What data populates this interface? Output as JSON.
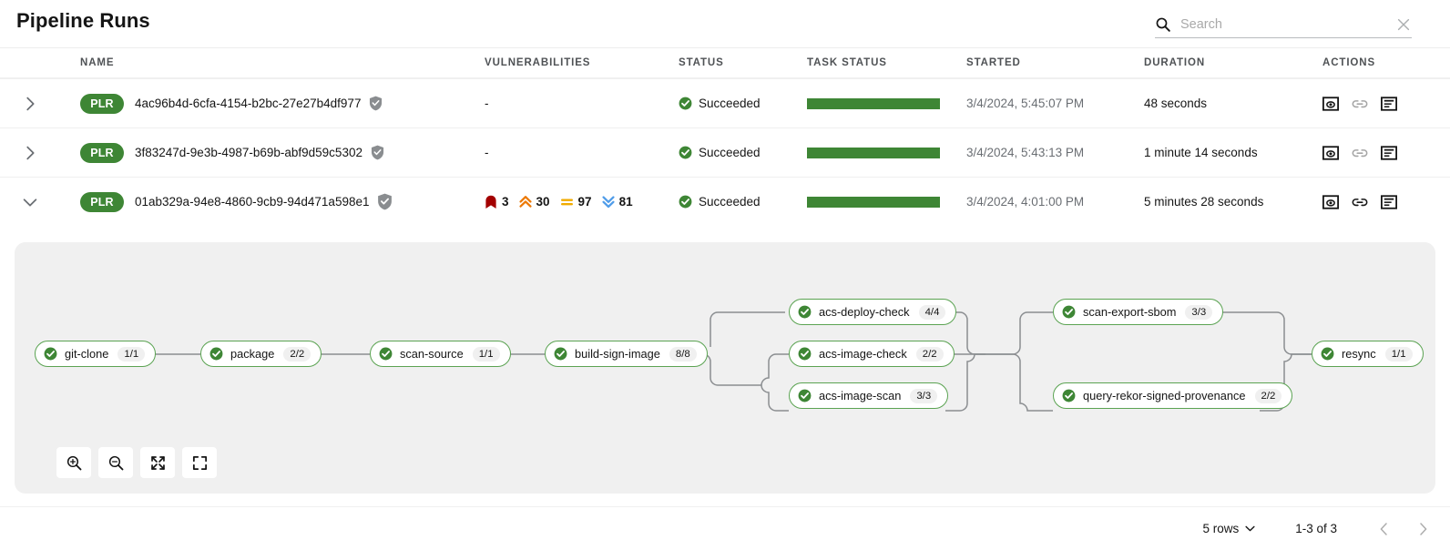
{
  "header": {
    "title": "Pipeline Runs",
    "search": {
      "placeholder": "Search",
      "value": "",
      "icon": "search-icon",
      "clear_icon": "close-icon"
    }
  },
  "table": {
    "columns": [
      "NAME",
      "VULNERABILITIES",
      "STATUS",
      "TASK STATUS",
      "STARTED",
      "DURATION",
      "ACTIONS"
    ],
    "rows": [
      {
        "expanded": false,
        "badge": "PLR",
        "name": "4ac96b4d-6cfa-4154-b2bc-27e27b4df977",
        "signed_icon": "shield-check-icon",
        "vulnerabilities": "-",
        "status": "Succeeded",
        "task_status_percent": 100,
        "started": "3/4/2024, 5:45:07 PM",
        "duration": "48 seconds",
        "actions": [
          "view-output-icon",
          "link-icon",
          "logs-icon"
        ]
      },
      {
        "expanded": false,
        "badge": "PLR",
        "name": "3f83247d-9e3b-4987-b69b-abf9d59c5302",
        "signed_icon": "shield-check-icon",
        "vulnerabilities": "-",
        "status": "Succeeded",
        "task_status_percent": 100,
        "started": "3/4/2024, 5:43:13 PM",
        "duration": "1 minute 14 seconds",
        "actions": [
          "view-output-icon",
          "link-icon",
          "logs-icon"
        ]
      },
      {
        "expanded": true,
        "badge": "PLR",
        "name": "01ab329a-94e8-4860-9cb9-94d471a598e1",
        "signed_icon": "shield-check-icon",
        "vulnerabilities": [
          {
            "severity": "critical",
            "count": "3",
            "color": "#a30000"
          },
          {
            "severity": "important",
            "count": "30",
            "color": "#ec7a08"
          },
          {
            "severity": "moderate",
            "count": "97",
            "color": "#f0ab00"
          },
          {
            "severity": "low",
            "count": "81",
            "color": "#519de9"
          }
        ],
        "status": "Succeeded",
        "task_status_percent": 100,
        "started": "3/4/2024, 4:01:00 PM",
        "duration": "5 minutes 28 seconds",
        "actions": [
          "view-output-icon",
          "link-icon",
          "logs-icon"
        ]
      }
    ]
  },
  "pipeline_graph": {
    "nodes": [
      {
        "id": "git-clone",
        "label": "git-clone",
        "count": "1/1",
        "status": "succeeded"
      },
      {
        "id": "package",
        "label": "package",
        "count": "2/2",
        "status": "succeeded"
      },
      {
        "id": "scan-source",
        "label": "scan-source",
        "count": "1/1",
        "status": "succeeded"
      },
      {
        "id": "build-sign-image",
        "label": "build-sign-image",
        "count": "8/8",
        "status": "succeeded"
      },
      {
        "id": "acs-deploy-check",
        "label": "acs-deploy-check",
        "count": "4/4",
        "status": "succeeded"
      },
      {
        "id": "acs-image-check",
        "label": "acs-image-check",
        "count": "2/2",
        "status": "succeeded"
      },
      {
        "id": "acs-image-scan",
        "label": "acs-image-scan",
        "count": "3/3",
        "status": "succeeded"
      },
      {
        "id": "scan-export-sbom",
        "label": "scan-export-sbom",
        "count": "3/3",
        "status": "succeeded"
      },
      {
        "id": "query-rekor-signed-provenance",
        "label": "query-rekor-signed-provenance",
        "count": "2/2",
        "status": "succeeded"
      },
      {
        "id": "resync",
        "label": "resync",
        "count": "1/1",
        "status": "succeeded"
      }
    ],
    "controls": [
      {
        "id": "zoom-in",
        "icon": "zoom-in-icon"
      },
      {
        "id": "zoom-out",
        "icon": "zoom-out-icon"
      },
      {
        "id": "fit-screen",
        "icon": "expand-arrows-icon"
      },
      {
        "id": "reset-view",
        "icon": "fullscreen-icon"
      }
    ]
  },
  "footer": {
    "rows_per_page": "5 rows",
    "range": "1-3 of 3",
    "prev_icon": "chevron-left-icon",
    "next_icon": "chevron-right-icon"
  },
  "colors": {
    "success_green": "#3e8635",
    "node_border": "#5ba352",
    "panel_bg": "#f0f0f0",
    "muted_text": "#6a6e73"
  }
}
